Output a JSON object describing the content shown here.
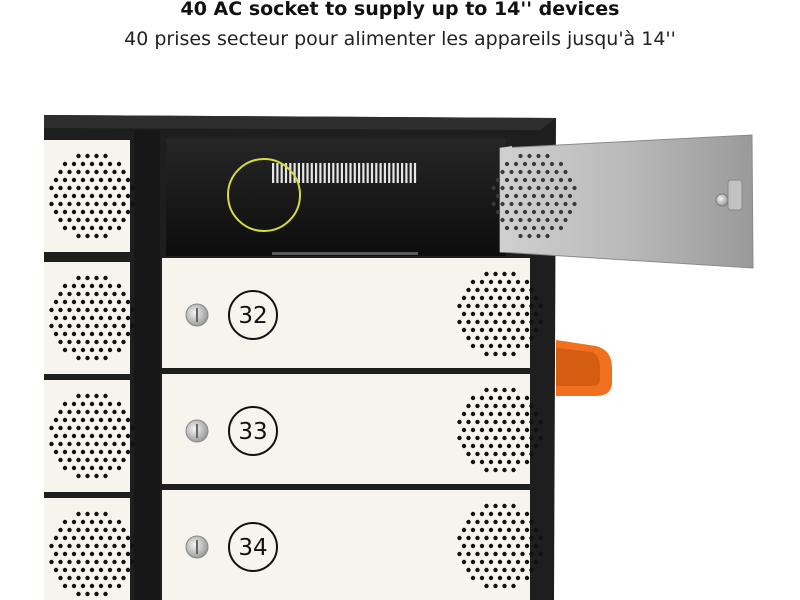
{
  "caption": {
    "title": "40 AC socket to supply up to 14'' devices",
    "subtitle": "40 prises secteur pour alimenter les appareils jusqu'à 14''"
  },
  "lockers": [
    {
      "number": "32"
    },
    {
      "number": "33"
    },
    {
      "number": "34"
    }
  ],
  "colors": {
    "cabinet": "#1e1e1e",
    "door": "#f6f4ec",
    "open_door": "#a9a9a9",
    "accent_handle": "#f07020",
    "highlight_ring": "#d6db3c"
  }
}
